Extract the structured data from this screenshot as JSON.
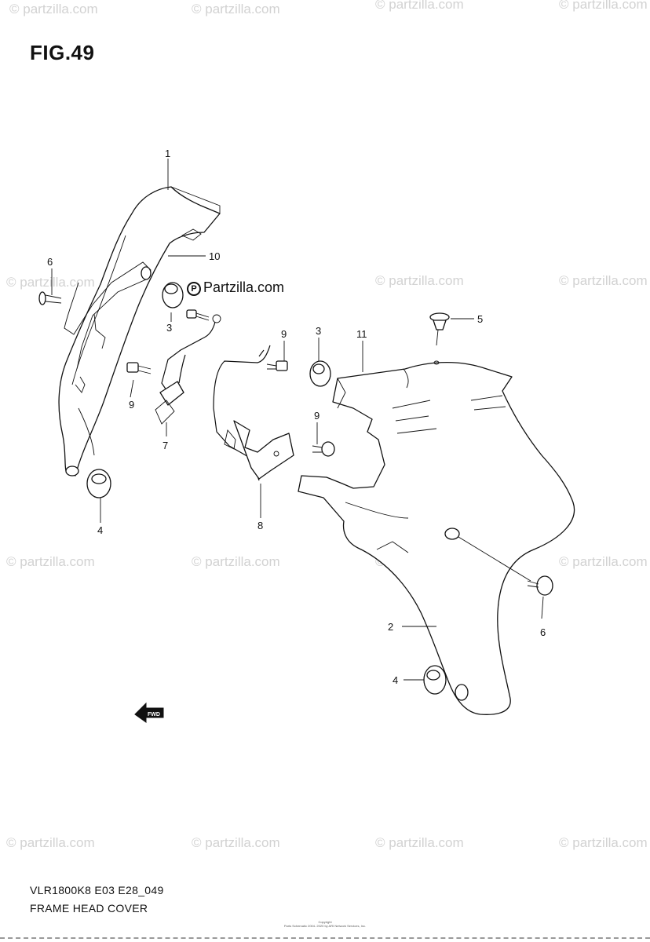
{
  "figure": {
    "title": "FIG.49",
    "model_code": "VLR1800K8 E03 E28_049",
    "name": "FRAME HEAD COVER",
    "fine_print": [
      "Copyright",
      "Parts Schematic 2004- 2020 by ARI Network Services, Inc."
    ]
  },
  "watermark": {
    "text": "© partzilla.com",
    "brand_text": "Partzilla.com",
    "brand_mark": "P"
  },
  "fwd_label": "FWD",
  "callouts": [
    {
      "id": "c1",
      "label": "1"
    },
    {
      "id": "c10",
      "label": "10"
    },
    {
      "id": "c6a",
      "label": "6"
    },
    {
      "id": "c3a",
      "label": "3"
    },
    {
      "id": "c9a",
      "label": "9"
    },
    {
      "id": "c7",
      "label": "7"
    },
    {
      "id": "c4a",
      "label": "4"
    },
    {
      "id": "c9b",
      "label": "9"
    },
    {
      "id": "c3b",
      "label": "3"
    },
    {
      "id": "c11",
      "label": "11"
    },
    {
      "id": "c5",
      "label": "5"
    },
    {
      "id": "c9c",
      "label": "9"
    },
    {
      "id": "c8",
      "label": "8"
    },
    {
      "id": "c2",
      "label": "2"
    },
    {
      "id": "c6b",
      "label": "6"
    },
    {
      "id": "c4b",
      "label": "4"
    }
  ]
}
